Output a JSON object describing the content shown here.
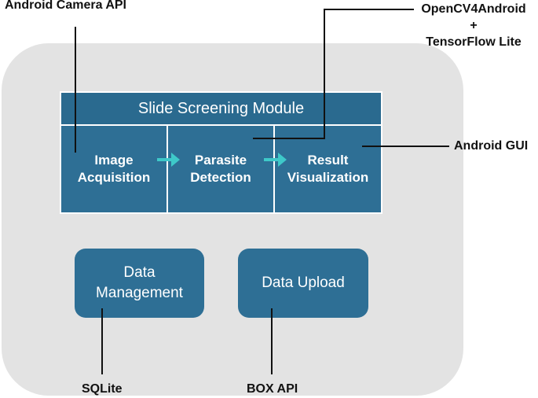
{
  "module": {
    "title": "Slide Screening Module",
    "steps": [
      "Image\nAcquisition",
      "Parasite\nDetection",
      "Result\nVisualization"
    ]
  },
  "boxes": {
    "data_management": "Data\nManagement",
    "data_upload": "Data Upload"
  },
  "labels": {
    "camera_api": "Android Camera API",
    "opencv": "OpenCV4Android\n+\nTensorFlow Lite",
    "android_gui": "Android GUI",
    "sqlite": "SQLite",
    "box_api": "BOX API"
  },
  "colors": {
    "module_fill": "#2e6f95",
    "arrow": "#3ec9c9",
    "container": "#e3e3e3"
  }
}
